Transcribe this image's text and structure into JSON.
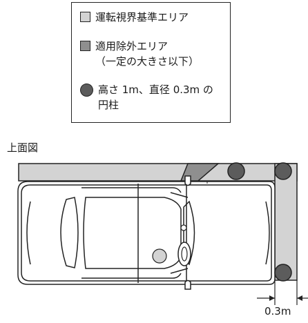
{
  "legend": {
    "standard_area": {
      "label": "運転視界基準エリア",
      "color": "#d3d3d3"
    },
    "excluded_area": {
      "label": "適用除外エリア\n（一定の大きさ以下）",
      "color": "#8f8f8f"
    },
    "pillar": {
      "label": "高さ 1m、直径 0.3m の\n円柱",
      "color": "#5c5c5c"
    }
  },
  "view_label": "上面図",
  "dimension_label": "0.3m"
}
